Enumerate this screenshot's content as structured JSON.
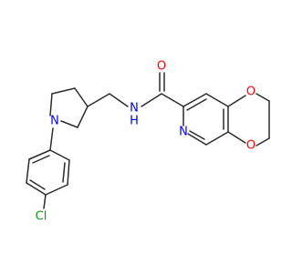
{
  "molecule": {
    "atom_labels": {
      "carbonyl_oxygen": "O",
      "amide_nitrogen": "N",
      "amide_hydrogen": "H",
      "pyridine_nitrogen": "N",
      "dioxane_oxygen_top": "O",
      "dioxane_oxygen_bottom": "O",
      "pyrrolidine_nitrogen": "N",
      "chlorine": "Cl"
    },
    "colors": {
      "bond": "#2b2b2b",
      "oxygen": "#ff0000",
      "nitrogen": "#0000ff",
      "chlorine": "#00a000"
    }
  }
}
